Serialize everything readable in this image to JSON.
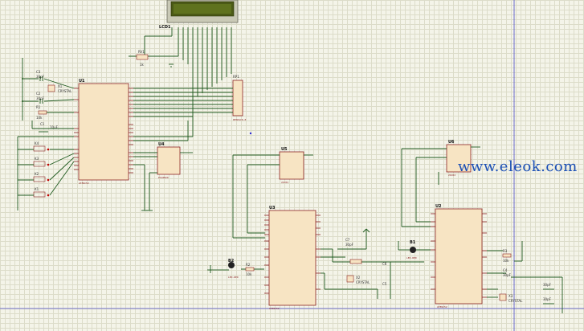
{
  "watermark": "www.eleok.com",
  "parts": {
    "u1": {
      "ref": "U1",
      "name": "AT89C52"
    },
    "u2": {
      "ref": "U2",
      "name": "AT89C52"
    },
    "u3": {
      "ref": "U3",
      "name": "AT89C52"
    },
    "u4": {
      "ref": "U4",
      "name": "DS18B20"
    },
    "u5": {
      "ref": "U5",
      "name": "24C02"
    },
    "u6": {
      "ref": "U6",
      "name": "24C02"
    },
    "rp1": {
      "ref": "RP1",
      "name": "RESPACK-8"
    },
    "rv1": {
      "ref": "RV1",
      "name": "1k"
    },
    "x1": {
      "ref": "X1",
      "name": "CRYSTAL"
    },
    "x2": {
      "ref": "X2",
      "name": "CRYSTAL"
    },
    "x3": {
      "ref": "X3",
      "name": "CRYSTAL"
    },
    "c1": {
      "ref": "C1",
      "name": "10uF"
    },
    "c2": {
      "ref": "C2",
      "name": "30pF"
    },
    "c3": {
      "ref": "C3",
      "name": "30pF"
    },
    "c4": {
      "ref": "C4",
      "name": "30pF"
    },
    "c5": {
      "ref": "C5",
      "name": "30pF"
    },
    "c6": {
      "ref": "C6",
      "name": "30pF"
    },
    "c7": {
      "ref": "C7",
      "name": "30pF"
    },
    "r1": {
      "ref": "R1",
      "name": "10k"
    },
    "r2": {
      "ref": "R2",
      "name": "10k"
    },
    "r3": {
      "ref": "R3",
      "name": "10k"
    },
    "b1": {
      "ref": "B1",
      "name": "LED-RED"
    },
    "b2": {
      "ref": "B2",
      "name": "LED-RED"
    },
    "k1": {
      "ref": "K1"
    },
    "k2": {
      "ref": "K2"
    },
    "k3": {
      "ref": "K3"
    },
    "k4": {
      "ref": "K4"
    },
    "lcd": {
      "ref": "LCD1"
    }
  }
}
